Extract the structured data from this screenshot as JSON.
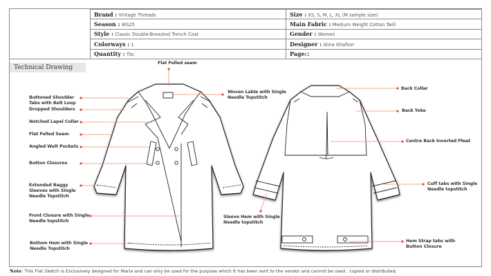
{
  "spec": {
    "brand": {
      "key": "Brand :",
      "value": "Vintage Threads"
    },
    "size": {
      "key": "Size :",
      "value": "XS, S, M, L, XL (M sample size)"
    },
    "season": {
      "key": "Season :",
      "value": "WS25"
    },
    "main_fabric": {
      "key": "Main Fabric :",
      "value": "Medium Weight Cotton Twill"
    },
    "style": {
      "key": "Style :",
      "value": "Classic Double-Breasted Trench Coat"
    },
    "gender": {
      "key": "Gender :",
      "value": "Women"
    },
    "colorways": {
      "key": "Colorways :",
      "value": "1"
    },
    "designer": {
      "key": "Designer :",
      "value": "Alina Ghafoor"
    },
    "quantity": {
      "key": "Quantity :",
      "value": "Tbc"
    },
    "page": {
      "key": "Page:",
      "value": "1"
    }
  },
  "section_title": "Technical Drawing",
  "front_callouts": {
    "flat_felled_seam_top": "Flat Felled seam",
    "buttoned_shoulder": [
      "Buttoned Shoulder",
      "Tabs with Belt Loop"
    ],
    "dropped_shoulders": "Dropped Shoulders",
    "notched_lapel": "Notched Lapel Collar",
    "flat_felled_seam": "Flat Felled Seam",
    "angled_welt": "Angled Welt Pockets",
    "button_closures": "Button Closures",
    "extended_sleeves": [
      "Extended Baggy",
      "Sleeves with Single",
      "Needle Topstitch"
    ],
    "front_closure": [
      "Front Closure with Single",
      "Needle topstitch"
    ],
    "bottom_hem": [
      "Bottom Hem  with Single",
      "Needle Topstitch"
    ],
    "woven_label": [
      "Woven Lable with Single",
      "Needle Topstitch"
    ],
    "sleeve_hem": [
      "Sleeve Hem with Single",
      "Needle topstitch"
    ]
  },
  "back_callouts": {
    "back_collar": "Back Collar",
    "back_yoke": "Back Yoke",
    "centre_pleat": "Centre Back Inverted Pleat",
    "cuff_tabs": [
      "Cuff tabs with Single",
      "Needle topstitch"
    ],
    "hem_strap": [
      "Hem Strap tabs with",
      "Button Closure"
    ]
  },
  "note": {
    "key": "Note",
    "text": ": This Flat Sketch is Exclusively designed for Maria and can only  be used for the purpose which It has been sent to the vendor and cannot be used , copied or distributed."
  },
  "colors": {
    "callout": "#e8472e",
    "line": "#f08a70",
    "border": "#888888"
  }
}
